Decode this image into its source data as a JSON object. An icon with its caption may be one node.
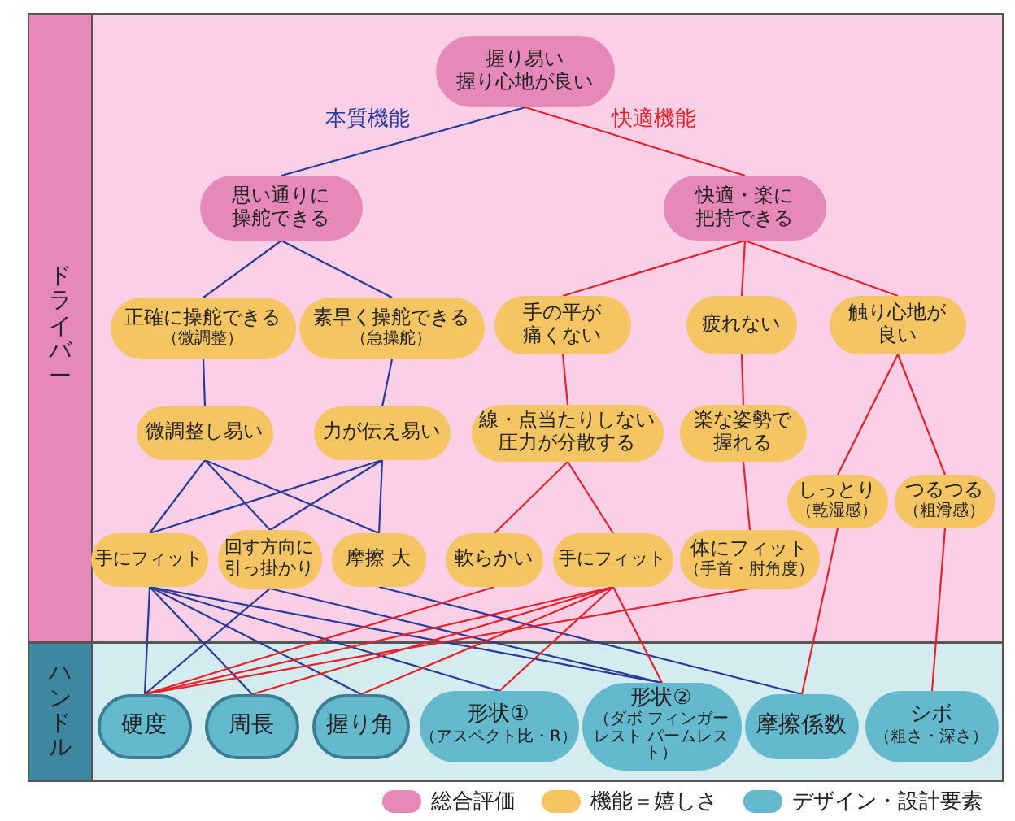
{
  "diagram": {
    "nodes": [
      {
        "text": [
          "ドライバー"
        ]
      },
      {
        "text": [
          "ハンドル"
        ]
      },
      {
        "text": [
          "握り易い握り心地が良い"
        ],
        "in": 0
      },
      {
        "text": [
          "思い通りに操舵できる"
        ],
        "in": 0
      },
      {
        "text": [
          "快適・楽に把持できる"
        ],
        "in": 0
      },
      {
        "text": [
          "正確に操舵できる",
          "（微調整）"
        ],
        "in": 0
      },
      {
        "text": [
          "素早く操舵できる",
          "（急操舵）"
        ],
        "in": 0
      },
      {
        "text": [
          "手の平が痛くない"
        ],
        "in": 0
      },
      {
        "text": [
          "疲れない"
        ],
        "in": 0
      },
      {
        "text": [
          "触り心地が良い"
        ],
        "in": 0
      },
      {
        "text": [
          "微調整し易い"
        ],
        "in": 0
      },
      {
        "text": [
          "力が伝え易い"
        ],
        "in": 0
      },
      {
        "text": [
          "線・点当たりしない圧力が分散する"
        ],
        "in": 0
      },
      {
        "text": [
          "楽な姿勢で握れる"
        ],
        "in": 0
      },
      {
        "text": [
          "手にフィット"
        ],
        "in": 0
      },
      {
        "text": [
          "回す方向に引っ掛かり"
        ],
        "in": 0
      },
      {
        "text": [
          "摩擦 大"
        ],
        "in": 0
      },
      {
        "text": [
          "軟らかい"
        ],
        "in": 0
      },
      {
        "text": [
          "手にフィット"
        ],
        "in": 0
      },
      {
        "text": [
          "体にフィット",
          "（手首・肘角度）"
        ],
        "in": 0
      },
      {
        "text": [
          "しっとり",
          "（乾湿感）"
        ],
        "in": 0
      },
      {
        "text": [
          "つるつる",
          "（粗滑感）"
        ],
        "in": 0
      },
      {
        "text": [
          "硬度"
        ],
        "in": 1
      },
      {
        "text": [
          "周長"
        ],
        "in": 1
      },
      {
        "text": [
          "握り角"
        ],
        "in": 1
      },
      {
        "text": [
          "形状①",
          "（アスペクト比・R）"
        ],
        "in": 1
      },
      {
        "text": [
          "形状②",
          "（ダボ フィンガーレスト パームレスト）"
        ],
        "in": 1
      },
      {
        "text": [
          "摩擦係数"
        ],
        "in": 1
      },
      {
        "text": [
          "シボ",
          "（粗さ・深さ）"
        ],
        "in": 1
      }
    ],
    "edges": [
      {
        "from": 2,
        "to": 3,
        "arrow": "none",
        "label": "本質機能",
        "color": "#2b3a98"
      },
      {
        "from": 2,
        "to": 4,
        "arrow": "none",
        "label": "快適機能"
      },
      {
        "from": 3,
        "to": 5,
        "arrow": "none",
        "color": "#2b3a98"
      },
      {
        "from": 3,
        "to": 6,
        "arrow": "none",
        "color": "#2b3a98"
      },
      {
        "from": 4,
        "to": 7,
        "arrow": "none"
      },
      {
        "from": 4,
        "to": 8,
        "arrow": "none"
      },
      {
        "from": 4,
        "to": 9,
        "arrow": "none"
      },
      {
        "from": 5,
        "to": 10,
        "arrow": "none",
        "color": "#2b3a98"
      },
      {
        "from": 6,
        "to": 11,
        "arrow": "none",
        "color": "#2b3a98"
      },
      {
        "from": 7,
        "to": 12,
        "arrow": "none"
      },
      {
        "from": 8,
        "to": 13,
        "arrow": "none"
      },
      {
        "from": 9,
        "to": 20,
        "arrow": "none"
      },
      {
        "from": 9,
        "to": 21,
        "arrow": "none"
      },
      {
        "from": 10,
        "to": 14,
        "arrow": "none",
        "color": "#2b3a98"
      },
      {
        "from": 10,
        "to": 15,
        "arrow": "none",
        "color": "#2b3a98"
      },
      {
        "from": 10,
        "to": 16,
        "arrow": "none",
        "color": "#2b3a98"
      },
      {
        "from": 11,
        "to": 14,
        "arrow": "none",
        "color": "#2b3a98"
      },
      {
        "from": 11,
        "to": 15,
        "arrow": "none",
        "color": "#2b3a98"
      },
      {
        "from": 11,
        "to": 16,
        "arrow": "none",
        "color": "#2b3a98"
      },
      {
        "from": 12,
        "to": 17,
        "arrow": "none"
      },
      {
        "from": 12,
        "to": 18,
        "arrow": "none"
      },
      {
        "from": 13,
        "to": 19,
        "arrow": "none"
      },
      {
        "from": 14,
        "to": 22,
        "arrow": "none",
        "color": "#2b3a98"
      },
      {
        "from": 14,
        "to": 23,
        "arrow": "none",
        "color": "#2b3a98"
      },
      {
        "from": 14,
        "to": 24,
        "arrow": "none",
        "color": "#2b3a98"
      },
      {
        "from": 14,
        "to": 25,
        "arrow": "none",
        "color": "#2b3a98"
      },
      {
        "from": 14,
        "to": 26,
        "arrow": "none",
        "color": "#2b3a98"
      },
      {
        "from": 15,
        "to": 22,
        "arrow": "none",
        "color": "#2b3a98"
      },
      {
        "from": 15,
        "to": 26,
        "arrow": "none",
        "color": "#2b3a98"
      },
      {
        "from": 16,
        "to": 27,
        "arrow": "none",
        "color": "#2b3a98"
      },
      {
        "from": 17,
        "to": 22,
        "arrow": "none"
      },
      {
        "from": 18,
        "to": 22,
        "arrow": "none"
      },
      {
        "from": 18,
        "to": 23,
        "arrow": "none"
      },
      {
        "from": 18,
        "to": 24,
        "arrow": "none"
      },
      {
        "from": 18,
        "to": 25,
        "arrow": "none"
      },
      {
        "from": 18,
        "to": 26,
        "arrow": "none"
      },
      {
        "from": 19,
        "to": 22,
        "arrow": "none"
      },
      {
        "from": 20,
        "to": 27,
        "arrow": "none"
      },
      {
        "from": 21,
        "to": 28,
        "arrow": "none"
      }
    ],
    "legend": [
      {
        "text": "総合評価",
        "color": "#e689b9"
      },
      {
        "text": "機能＝嬉しさ",
        "color": "#f5c563"
      },
      {
        "text": "デザイン・設計要素",
        "color": "#64b9cd"
      }
    ]
  }
}
